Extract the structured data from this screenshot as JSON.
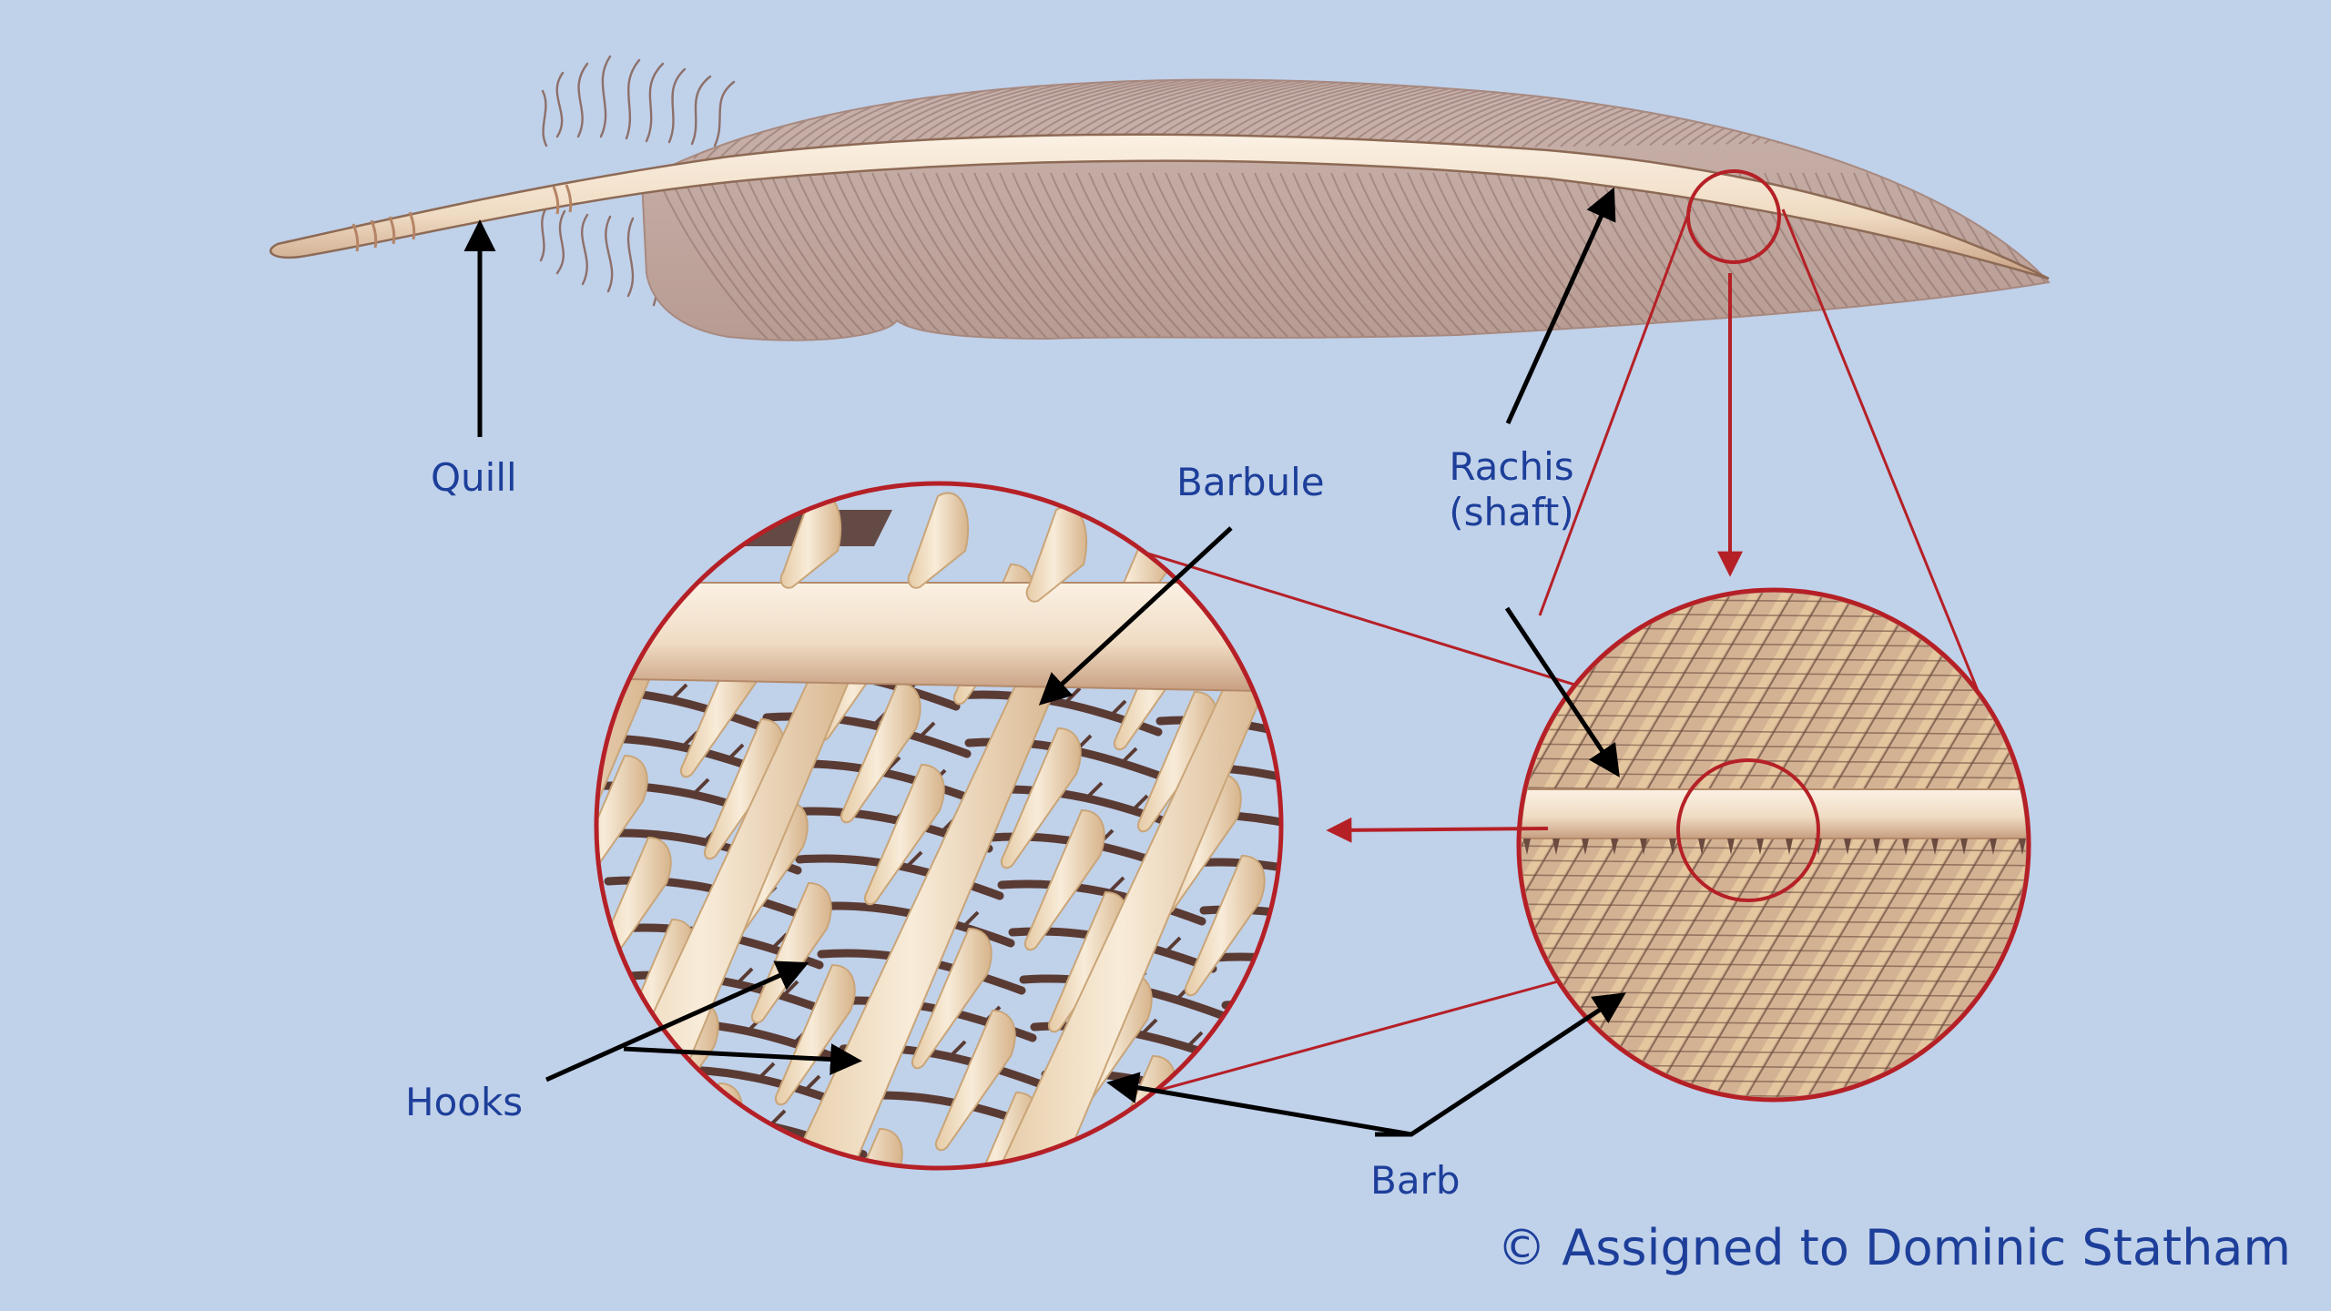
{
  "labels": {
    "quill": "Quill",
    "rachis_line1": "Rachis",
    "rachis_line2": "(shaft)",
    "barbule": "Barbule",
    "hooks": "Hooks",
    "barb": "Barb"
  },
  "copyright": "© Assigned to Dominic Statham",
  "colors": {
    "background": "#c0d1ea",
    "label_text": "#1d3f9a",
    "magnifier_outline": "#b52026",
    "feather_vane": "#c3aba4",
    "feather_barb_lines": "#8d706a",
    "shaft": "#f4e3cf",
    "barbule": "#5a3b33",
    "arrow": "#000000"
  }
}
